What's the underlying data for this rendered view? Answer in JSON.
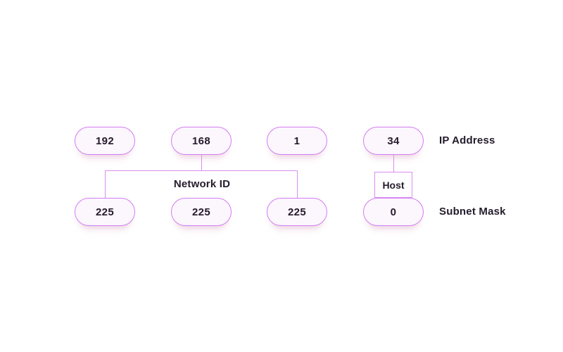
{
  "colors": {
    "accent_border": "#d27df0",
    "connector_line": "#d88ef2",
    "pill_fill": "#fcf6fd",
    "text_dark": "#241b2b",
    "background": "#ffffff"
  },
  "ip_address": {
    "label": "IP Address",
    "octets": [
      "192",
      "168",
      "1",
      "34"
    ]
  },
  "subnet_mask": {
    "label": "Subnet Mask",
    "octets": [
      "225",
      "225",
      "225",
      "0"
    ]
  },
  "annotations": {
    "network_id": "Network ID",
    "host": "Host"
  }
}
